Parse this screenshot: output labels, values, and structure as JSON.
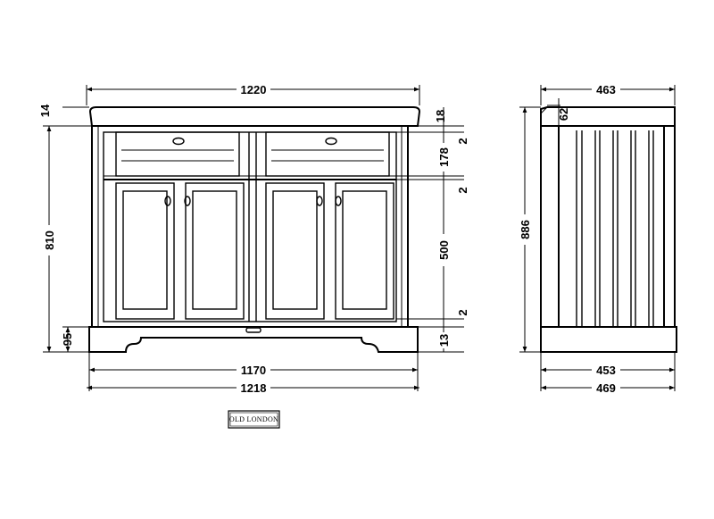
{
  "front_view": {
    "overall_width": "1220",
    "top_thickness": "14",
    "total_height": "810",
    "plinth_height": "95",
    "base_width": "1170",
    "body_width": "1218",
    "right_top": "18",
    "right_gap_1": "2",
    "drawer_height": "178",
    "right_gap_2": "2",
    "door_height": "500",
    "right_gap_3": "2",
    "right_bottom": "13"
  },
  "side_view": {
    "depth_top": "463",
    "top_offset": "62",
    "total_height": "886",
    "base_depth": "453",
    "overall_depth": "469"
  },
  "logo": {
    "text": "OLD LONDON"
  }
}
